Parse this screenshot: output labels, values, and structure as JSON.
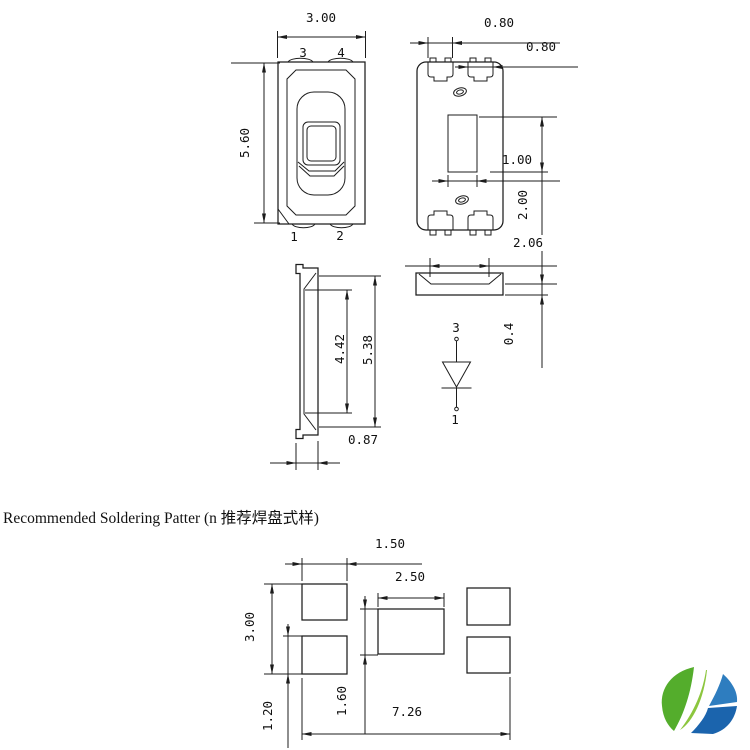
{
  "heading": {
    "text": "Recommended Soldering Patter (n 推荐焊盘式样)"
  },
  "front_view": {
    "dim_width": "3.00",
    "dim_height": "5.60",
    "pin_top_left": "3",
    "pin_top_right": "4",
    "pin_bottom_left": "1",
    "pin_bottom_right": "2"
  },
  "back_view": {
    "dim_pad_width_left": "0.80",
    "dim_pad_width_right": "0.80",
    "dim_slug_width": "1.00",
    "dim_slug_height": "2.00",
    "dim_cavity_width": "2.06"
  },
  "side_view": {
    "dim_cavity_height": "4.42",
    "dim_body_height": "5.38",
    "dim_thickness": "0.87"
  },
  "end_view": {
    "dim_wall_thickness": "0.4"
  },
  "diode": {
    "pin_top": "3",
    "pin_bottom": "1"
  },
  "soldering_pattern": {
    "dim_pad_width": "1.50",
    "dim_center_pad_width": "2.50",
    "dim_total_height": "3.00",
    "dim_pad_height": "1.20",
    "dim_center_pad_height": "1.60",
    "dim_total_width": "7.26"
  },
  "logo": {
    "green": "#54ad2c",
    "light_green": "#8cc63e",
    "blue_light": "#2e7dbf",
    "blue_dark": "#1b64ad"
  },
  "canvas": {
    "background": "#ffffff",
    "line_color": "#1c1c1c"
  }
}
